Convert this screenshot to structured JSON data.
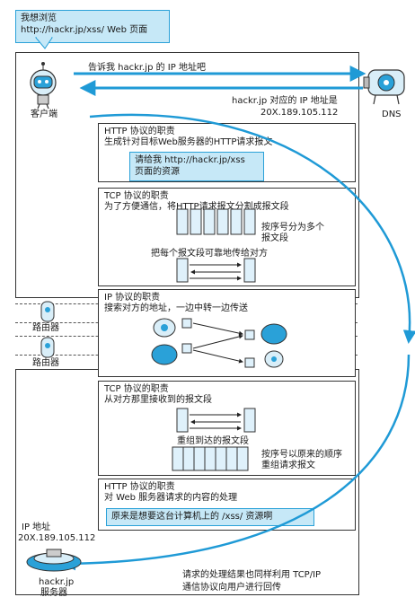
{
  "top_bubble": {
    "line1": "我想浏览",
    "line2": "http://hackr.jp/xss/ Web 页面"
  },
  "client": {
    "label": "客户端",
    "request_text": "告诉我 hackr.jp 的 IP 地址吧"
  },
  "dns": {
    "label": "DNS",
    "reply_line1": "hackr.jp 对应的 IP 地址是",
    "reply_line2": "20X.189.105.112"
  },
  "http_box": {
    "title": "HTTP 协议的职责",
    "desc": "生成针对目标Web服务器的HTTP请求报文",
    "note_line1": "请给我 http://hackr.jp/xss",
    "note_line2": "页面的资源"
  },
  "tcp_box": {
    "title": "TCP 协议的职责",
    "desc": "为了方便通信，将HTTP请求报文分割成报文段",
    "seq_line1": "按序号分为多个",
    "seq_line2": "报文段",
    "reliable": "把每个报文段可靠地传给对方"
  },
  "ip_box": {
    "title": "IP 协议的职责",
    "desc": "搜索对方的地址，一边中转一边传送"
  },
  "router1": {
    "label": "路由器"
  },
  "router2": {
    "label": "路由器"
  },
  "tcp_recv_box": {
    "title": "TCP 协议的职责",
    "desc": "从对方那里接收到的报文段",
    "reassemble": "重组到达的报文段",
    "order_line1": "按序号以原来的顺序",
    "order_line2": "重组请求报文"
  },
  "http_recv_box": {
    "title": "HTTP 协议的职责",
    "desc": "对 Web 服务器请求的内容的处理",
    "note": "原来是想要这台计算机上的 /xss/ 资源啊"
  },
  "server": {
    "ip_label": "IP 地址",
    "ip_value": "20X.189.105.112",
    "name_line1": "hackr.jp",
    "name_line2": "服务器"
  },
  "response": {
    "line1": "请求的处理结果也同样利用 TCP/IP",
    "line2": "通信协议向用户进行回传"
  },
  "colors": {
    "arrow": "#1f9ad6",
    "label_fill": "#c6e8f7",
    "segment_fill": "#dff1fb"
  }
}
